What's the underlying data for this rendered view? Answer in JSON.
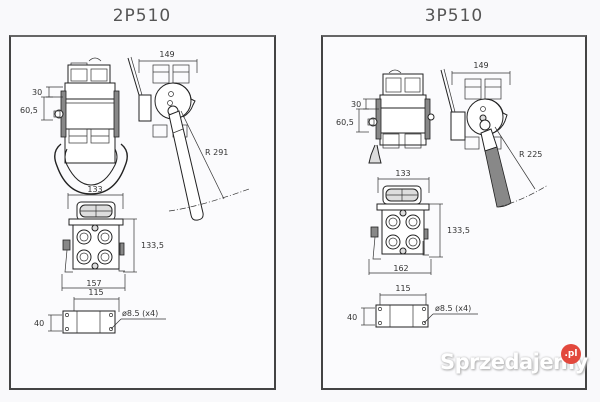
{
  "models": [
    {
      "title": "2P510",
      "front_view": {
        "height_upper": "30",
        "height_lower": "60,5"
      },
      "side_view": {
        "width": "149",
        "radius": "R 291"
      },
      "top_view": {
        "width_top": "133",
        "height": "133,5",
        "width_bottom": "157"
      },
      "base_view": {
        "width": "115",
        "height": "40",
        "hole": "ø8.5 (x4)"
      }
    },
    {
      "title": "3P510",
      "front_view": {
        "height_upper": "30",
        "height_lower": "60,5"
      },
      "side_view": {
        "width": "149",
        "radius": "R 225"
      },
      "top_view": {
        "width_top": "133",
        "height": "133,5",
        "width_bottom": "162"
      },
      "base_view": {
        "width": "115",
        "height": "40",
        "hole": "ø8.5 (x4)"
      }
    }
  ],
  "watermark": {
    "text": "Sprzedajemy",
    "badge": ".pl",
    "badge_color": "#e2483d"
  }
}
